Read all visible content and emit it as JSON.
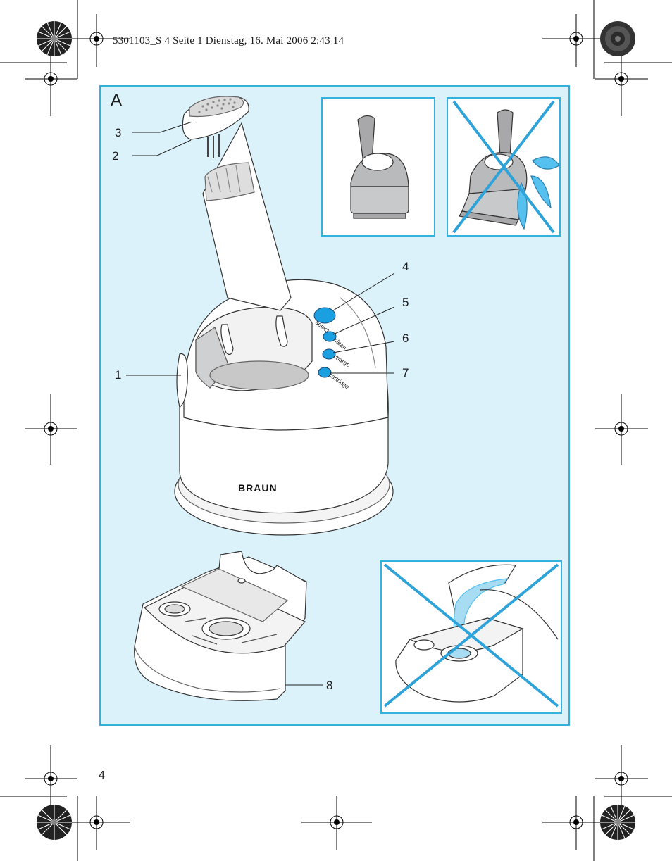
{
  "print_header": "5301103_S 4  Seite 1  Dienstag, 16. Mai 2006  2:43 14",
  "page_number": "4",
  "figure": {
    "section_letter": "A",
    "brand": "BRAUN",
    "callouts": [
      "1",
      "2",
      "3",
      "4",
      "5",
      "6",
      "7",
      "8"
    ],
    "buttons": [
      "select",
      "clean",
      "charge",
      "cartridge"
    ]
  },
  "colors": {
    "panel_bg": "#dcf2fb",
    "panel_border": "#35b1de",
    "button_blue": "#1aa0e0",
    "cross_blue": "#2ea3d9",
    "water_blue": "#56c1ee"
  }
}
